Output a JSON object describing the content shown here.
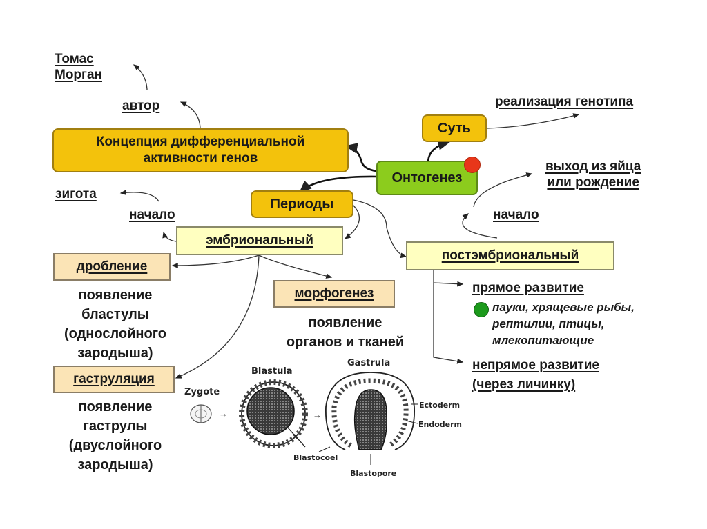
{
  "nodes": {
    "tomas_morgan": [
      "Томас",
      "Морган"
    ],
    "author": "автор",
    "concept": [
      "Концепция дифференциальной",
      "активности генов"
    ],
    "essence": "Суть",
    "genotype_realization": "реализация генотипа",
    "ontogenesis": "Онтогенез",
    "periods": "Периоды",
    "zygote": "зигота",
    "start_embryonic": "начало",
    "embryonic": "эмбриональный",
    "hatch_birth": [
      "выход из яйца",
      "или рождение"
    ],
    "start_postembryonic": "начало",
    "postembryonic": "постэмбриональный",
    "cleavage": "дробление",
    "cleavage_desc": [
      "появление",
      "бластулы",
      "(однослойного",
      "зародыша)"
    ],
    "morphogenesis": "морфогенез",
    "morphogenesis_desc": [
      "появление",
      "органов и тканей"
    ],
    "gastrulation": "гаструляция",
    "gastrulation_desc": [
      "появление",
      "гаструлы",
      "(двуслойного",
      "зародыша)"
    ],
    "direct_dev": "прямое развитие",
    "direct_examples": [
      "пауки, хрящевые рыбы,",
      "рептилии, птицы,",
      "млекопитающие"
    ],
    "indirect_dev": [
      "непрямое развитие",
      "(через личинку)"
    ]
  },
  "illustration": {
    "zygote": "Zygote",
    "blastula": "Blastula",
    "gastrula": "Gastrula",
    "ectoderm": "Ectoderm",
    "endoderm": "Endoderm",
    "blastocoel": "Blastocoel",
    "blastopore": "Blastopore"
  },
  "colors": {
    "gold": "#f3c20c",
    "green": "#8ccc1d",
    "pale_yellow": "#ffffc0",
    "peach": "#fbe4b6",
    "red_dot": "#e8361a",
    "green_dot": "#1c9a1c"
  }
}
